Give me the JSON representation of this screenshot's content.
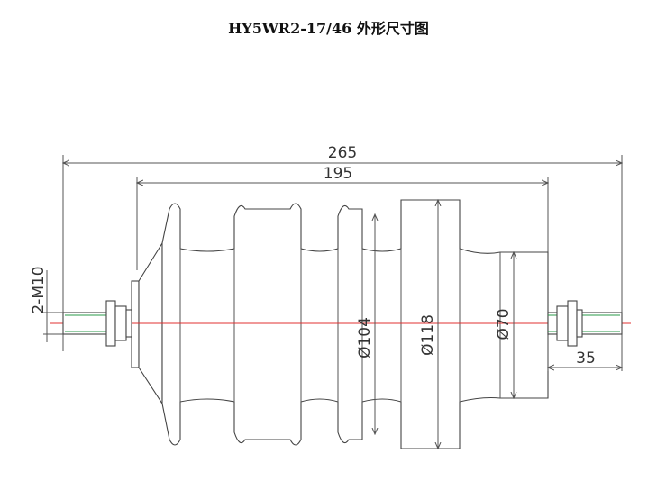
{
  "title": "HY5WR2-17/46 外形尺寸图",
  "dimensions": {
    "overall_length": "265",
    "body_length": "195",
    "thread": "2-M10",
    "shed_diameter_small": "Ø104",
    "shed_diameter_large": "Ø118",
    "core_diameter": "Ø70",
    "terminal_length": "35"
  },
  "colors": {
    "outline": "#444444",
    "centerline": "#e03030",
    "thread_lines": "#2a9a4a",
    "background": "#ffffff"
  }
}
